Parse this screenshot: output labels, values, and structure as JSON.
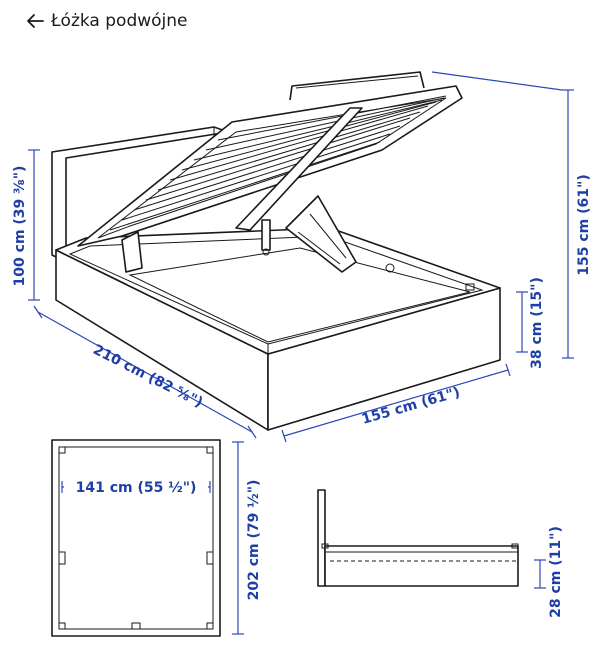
{
  "header": {
    "title": "Łóżka podwójne",
    "back_icon": "arrow-left-icon"
  },
  "colors": {
    "dimension_text": "#1f3fa8",
    "dimension_line": "#2a49b8",
    "drawing": "#1a1a1a"
  },
  "dimensions": {
    "headboard_height": "100 cm (39 ³⁄₈\")",
    "total_height": "155 cm (61\")",
    "bed_length": "210 cm (82 ⁵⁄₈\")",
    "bed_width": "155 cm (61\")",
    "frame_height": "38 cm (15\")",
    "inner_width": "141 cm (55 ½\")",
    "inner_length": "202 cm (79 ½\")",
    "floor_clearance": "28 cm (11\")"
  }
}
